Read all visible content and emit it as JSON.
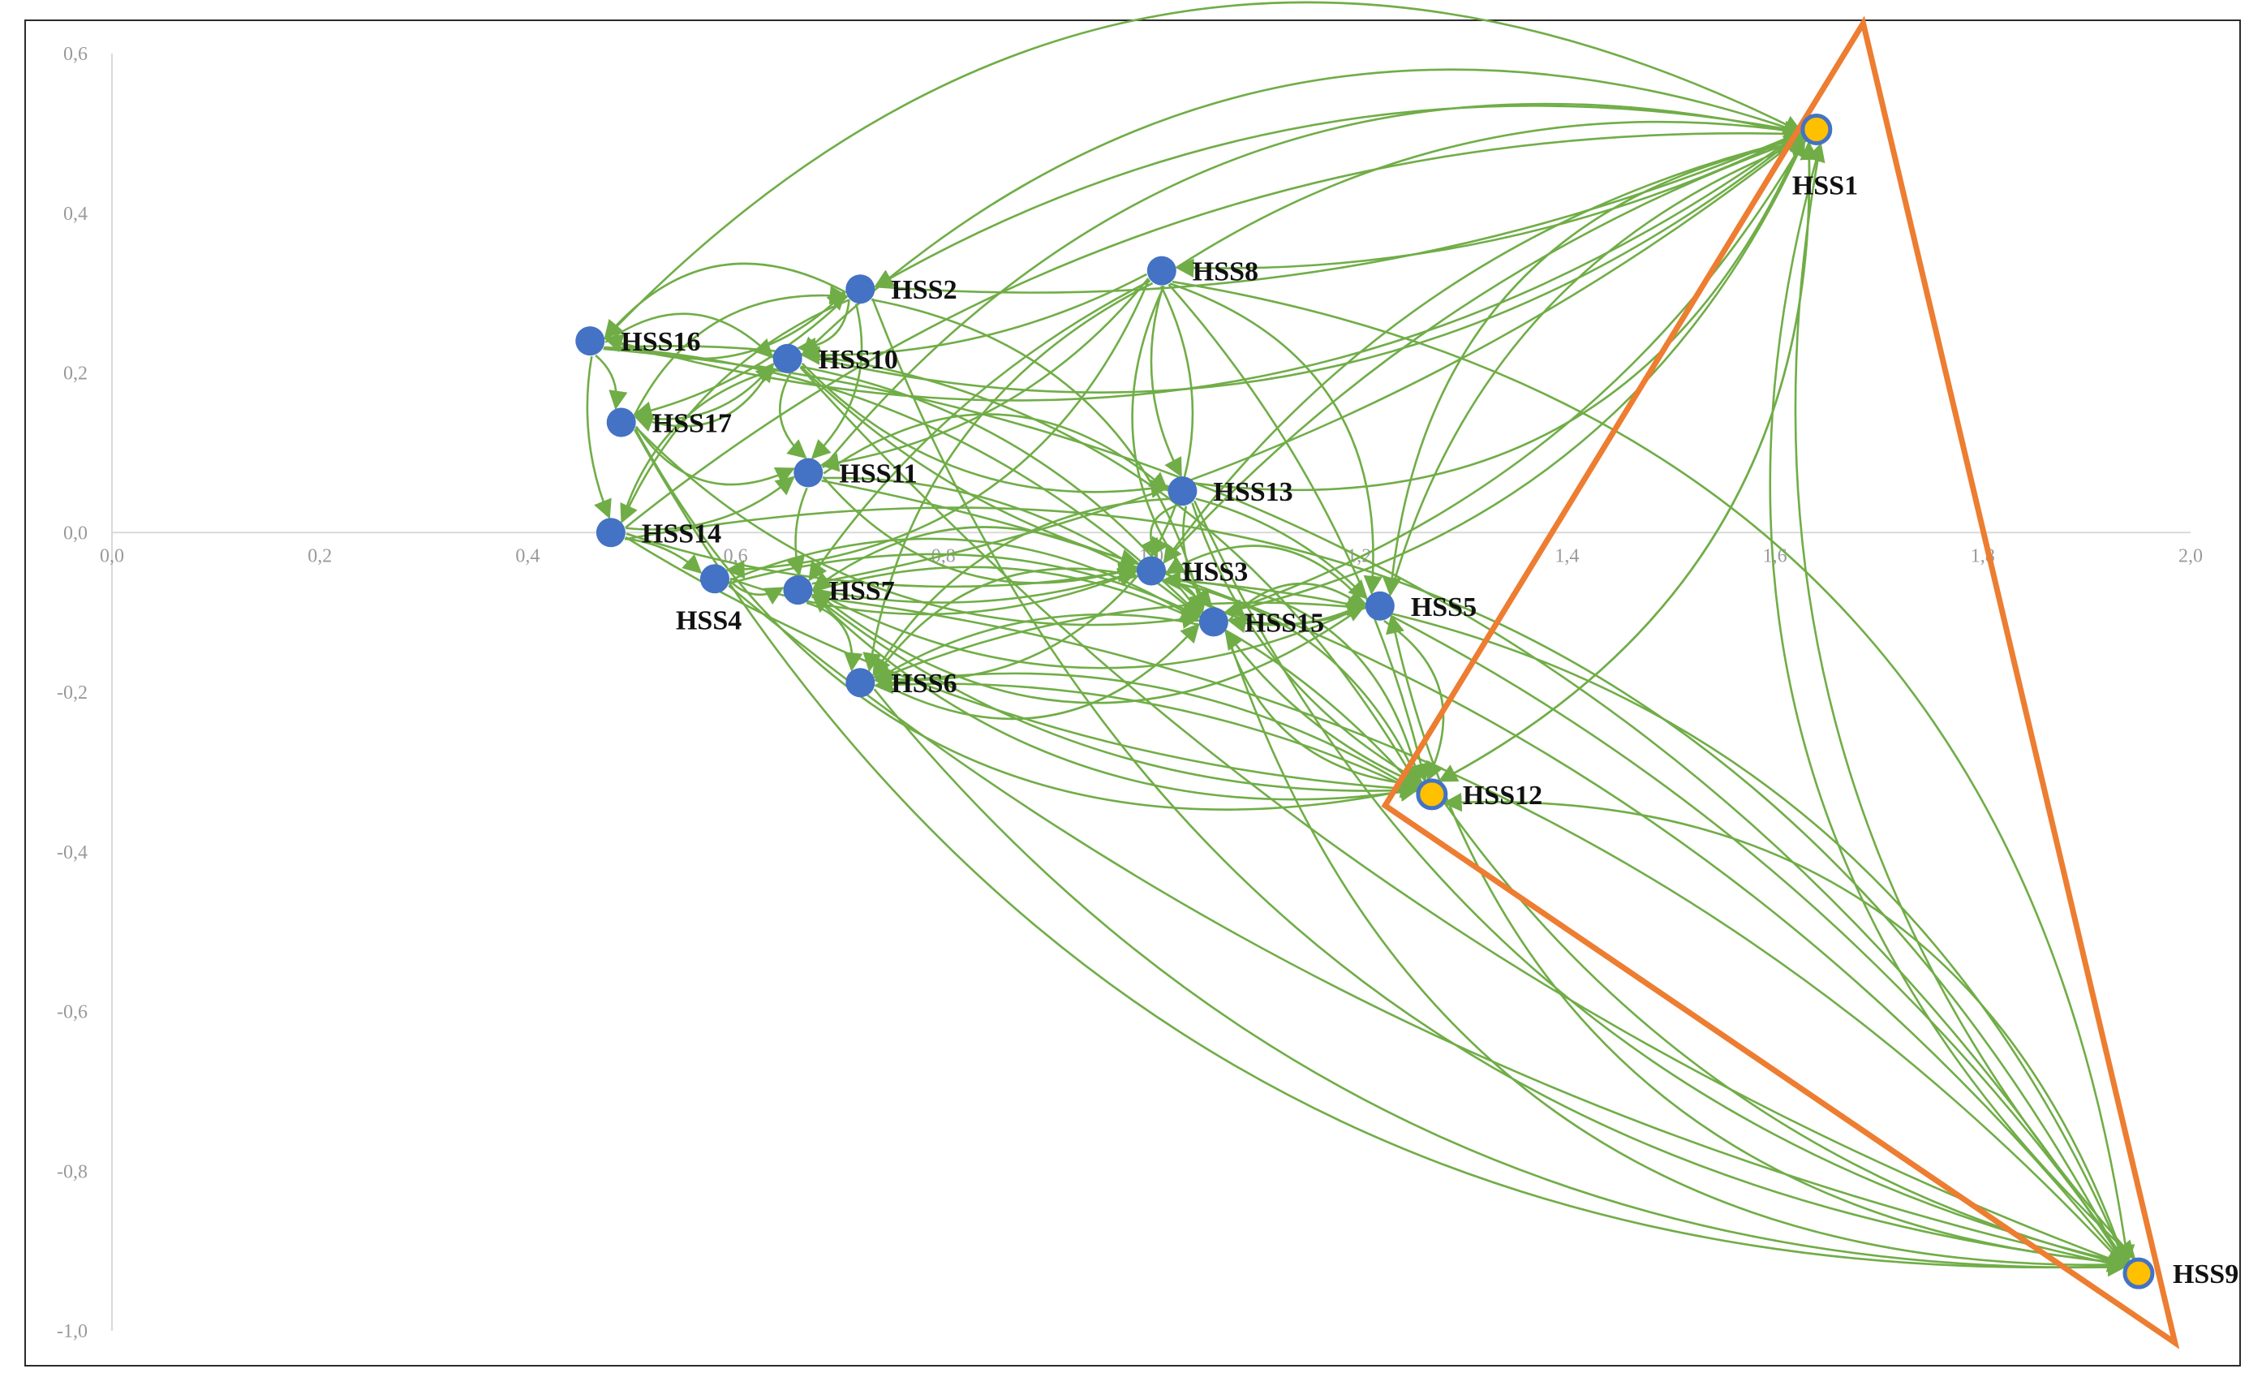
{
  "chart_data": {
    "type": "scatter",
    "title": "",
    "xlabel": "",
    "ylabel": "",
    "xlim": [
      0.0,
      2.0
    ],
    "ylim": [
      -1.0,
      0.6
    ],
    "x_ticks": [
      "0,0",
      "0,2",
      "0,4",
      "0,6",
      "0,8",
      "1,0",
      "1,2",
      "1,4",
      "1,6",
      "1,8",
      "2,0"
    ],
    "x_tick_values": [
      0.0,
      0.2,
      0.4,
      0.6,
      0.8,
      1.0,
      1.2,
      1.4,
      1.6,
      1.8,
      2.0
    ],
    "y_ticks": [
      "0,6",
      "0,4",
      "0,2",
      "0,0",
      "-0,2",
      "-0,4",
      "-0,6",
      "-0,8",
      "-1,0"
    ],
    "y_tick_values": [
      0.6,
      0.4,
      0.2,
      0.0,
      -0.2,
      -0.4,
      -0.6,
      -0.8,
      -1.0
    ],
    "grid": false,
    "nodes": [
      {
        "label": "HSS1",
        "x": 1.64,
        "y": 0.505,
        "highlight": true
      },
      {
        "label": "HSS2",
        "x": 0.72,
        "y": 0.305,
        "highlight": false
      },
      {
        "label": "HSS3",
        "x": 1.0,
        "y": -0.048,
        "highlight": false
      },
      {
        "label": "HSS4",
        "x": 0.58,
        "y": -0.058,
        "highlight": false
      },
      {
        "label": "HSS5",
        "x": 1.22,
        "y": -0.092,
        "highlight": false
      },
      {
        "label": "HSS6",
        "x": 0.72,
        "y": -0.188,
        "highlight": false
      },
      {
        "label": "HSS7",
        "x": 0.66,
        "y": -0.072,
        "highlight": false
      },
      {
        "label": "HSS8",
        "x": 1.01,
        "y": 0.328,
        "highlight": false
      },
      {
        "label": "HSS9",
        "x": 1.95,
        "y": -0.928,
        "highlight": true
      },
      {
        "label": "HSS10",
        "x": 0.65,
        "y": 0.218,
        "highlight": false
      },
      {
        "label": "HSS11",
        "x": 0.67,
        "y": 0.075,
        "highlight": false
      },
      {
        "label": "HSS12",
        "x": 1.27,
        "y": -0.328,
        "highlight": true
      },
      {
        "label": "HSS13",
        "x": 1.03,
        "y": 0.052,
        "highlight": false
      },
      {
        "label": "HSS14",
        "x": 0.48,
        "y": 0.0,
        "highlight": false
      },
      {
        "label": "HSS15",
        "x": 1.06,
        "y": -0.112,
        "highlight": false
      },
      {
        "label": "HSS16",
        "x": 0.46,
        "y": 0.24,
        "highlight": false
      },
      {
        "label": "HSS17",
        "x": 0.49,
        "y": 0.138,
        "highlight": false
      }
    ],
    "edges": [
      [
        "HSS2",
        "HSS1"
      ],
      [
        "HSS8",
        "HSS1"
      ],
      [
        "HSS10",
        "HSS1"
      ],
      [
        "HSS11",
        "HSS1"
      ],
      [
        "HSS13",
        "HSS1"
      ],
      [
        "HSS3",
        "HSS1"
      ],
      [
        "HSS15",
        "HSS1"
      ],
      [
        "HSS5",
        "HSS1"
      ],
      [
        "HSS12",
        "HSS1"
      ],
      [
        "HSS16",
        "HSS1"
      ],
      [
        "HSS7",
        "HSS1"
      ],
      [
        "HSS14",
        "HSS1"
      ],
      [
        "HSS1",
        "HSS9"
      ],
      [
        "HSS1",
        "HSS12"
      ],
      [
        "HSS1",
        "HSS5"
      ],
      [
        "HSS1",
        "HSS8"
      ],
      [
        "HSS1",
        "HSS3"
      ],
      [
        "HSS1",
        "HSS15"
      ],
      [
        "HSS2",
        "HSS9"
      ],
      [
        "HSS8",
        "HSS9"
      ],
      [
        "HSS10",
        "HSS9"
      ],
      [
        "HSS11",
        "HSS9"
      ],
      [
        "HSS13",
        "HSS9"
      ],
      [
        "HSS3",
        "HSS9"
      ],
      [
        "HSS15",
        "HSS9"
      ],
      [
        "HSS5",
        "HSS9"
      ],
      [
        "HSS12",
        "HSS9"
      ],
      [
        "HSS16",
        "HSS9"
      ],
      [
        "HSS17",
        "HSS9"
      ],
      [
        "HSS14",
        "HSS9"
      ],
      [
        "HSS4",
        "HSS9"
      ],
      [
        "HSS7",
        "HSS9"
      ],
      [
        "HSS6",
        "HSS9"
      ],
      [
        "HSS9",
        "HSS1"
      ],
      [
        "HSS9",
        "HSS12"
      ],
      [
        "HSS8",
        "HSS12"
      ],
      [
        "HSS13",
        "HSS12"
      ],
      [
        "HSS3",
        "HSS12"
      ],
      [
        "HSS15",
        "HSS12"
      ],
      [
        "HSS5",
        "HSS12"
      ],
      [
        "HSS14",
        "HSS12"
      ],
      [
        "HSS6",
        "HSS12"
      ],
      [
        "HSS7",
        "HSS12"
      ],
      [
        "HSS4",
        "HSS12"
      ],
      [
        "HSS12",
        "HSS3"
      ],
      [
        "HSS12",
        "HSS15"
      ],
      [
        "HSS8",
        "HSS13"
      ],
      [
        "HSS8",
        "HSS3"
      ],
      [
        "HSS8",
        "HSS15"
      ],
      [
        "HSS8",
        "HSS5"
      ],
      [
        "HSS8",
        "HSS7"
      ],
      [
        "HSS8",
        "HSS11"
      ],
      [
        "HSS8",
        "HSS6"
      ],
      [
        "HSS8",
        "HSS4"
      ],
      [
        "HSS13",
        "HSS3"
      ],
      [
        "HSS13",
        "HSS5"
      ],
      [
        "HSS13",
        "HSS15"
      ],
      [
        "HSS3",
        "HSS15"
      ],
      [
        "HSS3",
        "HSS5"
      ],
      [
        "HSS15",
        "HSS5"
      ],
      [
        "HSS7",
        "HSS3"
      ],
      [
        "HSS7",
        "HSS15"
      ],
      [
        "HSS7",
        "HSS5"
      ],
      [
        "HSS6",
        "HSS3"
      ],
      [
        "HSS6",
        "HSS15"
      ],
      [
        "HSS6",
        "HSS5"
      ],
      [
        "HSS4",
        "HSS3"
      ],
      [
        "HSS4",
        "HSS15"
      ],
      [
        "HSS11",
        "HSS3"
      ],
      [
        "HSS11",
        "HSS13"
      ],
      [
        "HSS10",
        "HSS3"
      ],
      [
        "HSS10",
        "HSS15"
      ],
      [
        "HSS10",
        "HSS13"
      ],
      [
        "HSS2",
        "HSS10"
      ],
      [
        "HSS2",
        "HSS16"
      ],
      [
        "HSS2",
        "HSS17"
      ],
      [
        "HSS2",
        "HSS14"
      ],
      [
        "HSS2",
        "HSS11"
      ],
      [
        "HSS16",
        "HSS2"
      ],
      [
        "HSS16",
        "HSS10"
      ],
      [
        "HSS16",
        "HSS14"
      ],
      [
        "HSS16",
        "HSS17"
      ],
      [
        "HSS17",
        "HSS10"
      ],
      [
        "HSS17",
        "HSS2"
      ],
      [
        "HSS17",
        "HSS11"
      ],
      [
        "HSS14",
        "HSS4"
      ],
      [
        "HSS14",
        "HSS11"
      ],
      [
        "HSS14",
        "HSS10"
      ],
      [
        "HSS10",
        "HSS11"
      ],
      [
        "HSS10",
        "HSS17"
      ],
      [
        "HSS11",
        "HSS7"
      ],
      [
        "HSS11",
        "HSS15"
      ],
      [
        "HSS4",
        "HSS7"
      ],
      [
        "HSS7",
        "HSS6"
      ],
      [
        "HSS5",
        "HSS3"
      ],
      [
        "HSS5",
        "HSS15"
      ],
      [
        "HSS15",
        "HSS6"
      ],
      [
        "HSS3",
        "HSS6"
      ],
      [
        "HSS3",
        "HSS7"
      ],
      [
        "HSS5",
        "HSS7"
      ],
      [
        "HSS12",
        "HSS6"
      ],
      [
        "HSS12",
        "HSS7"
      ],
      [
        "HSS13",
        "HSS6"
      ],
      [
        "HSS16",
        "HSS12"
      ],
      [
        "HSS17",
        "HSS12"
      ],
      [
        "HSS8",
        "HSS10"
      ],
      [
        "HSS1",
        "HSS2"
      ],
      [
        "HSS1",
        "HSS16"
      ],
      [
        "HSS1",
        "HSS10"
      ],
      [
        "HSS9",
        "HSS5"
      ],
      [
        "HSS14",
        "HSS3"
      ],
      [
        "HSS16",
        "HSS15"
      ],
      [
        "HSS17",
        "HSS15"
      ],
      [
        "HSS2",
        "HSS15"
      ]
    ],
    "triangle": [
      [
        1.685,
        0.638
      ],
      [
        1.225,
        -0.342
      ],
      [
        1.985,
        -1.015
      ]
    ],
    "colors": {
      "edge": "#70ad47",
      "node": "#4472c4",
      "highlight_fill": "#ffc000",
      "highlight_ring": "#4472c4",
      "triangle": "#ed7d31",
      "axis": "#d9d9d9",
      "tick_text": "#9a9a9a"
    }
  }
}
